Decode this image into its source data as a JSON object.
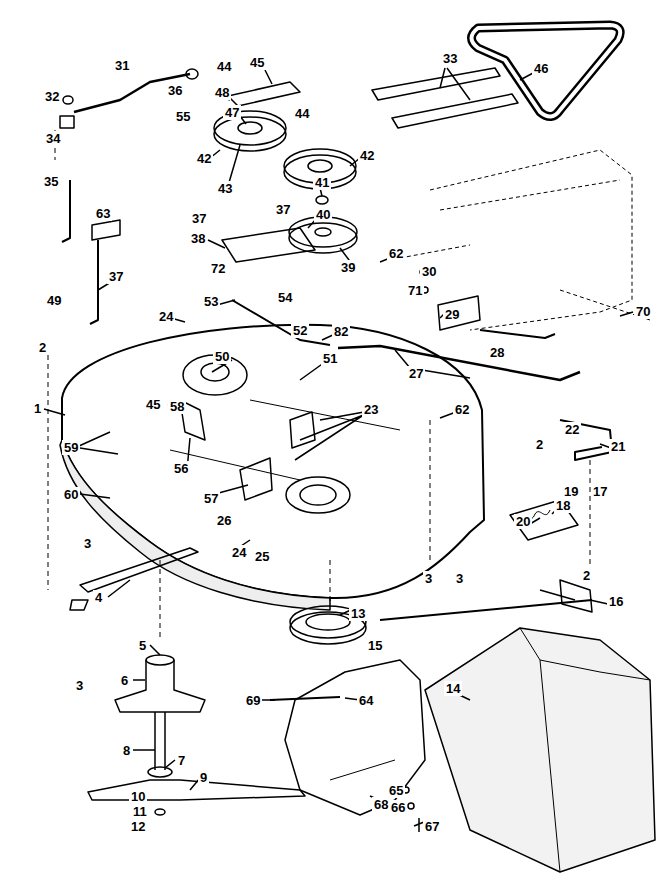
{
  "diagram": {
    "labels": [
      "46",
      "45",
      "44",
      "33",
      "31",
      "36",
      "32",
      "48",
      "47",
      "55",
      "34",
      "44",
      "42",
      "42",
      "43",
      "41",
      "37",
      "37",
      "35",
      "63",
      "40",
      "38",
      "62",
      "30",
      "71",
      "29",
      "70",
      "72",
      "39",
      "54",
      "53",
      "49",
      "37",
      "24",
      "52",
      "82",
      "28",
      "27",
      "2",
      "50",
      "51",
      "1",
      "45",
      "58",
      "23",
      "62",
      "22",
      "21",
      "59",
      "56",
      "57",
      "60",
      "2",
      "26",
      "24",
      "25",
      "20",
      "18",
      "19",
      "17",
      "3",
      "3",
      "3",
      "2",
      "16",
      "13",
      "4",
      "15",
      "5",
      "6",
      "14",
      "69",
      "64",
      "8",
      "7",
      "9",
      "65",
      "66",
      "67",
      "68",
      "3",
      "10",
      "11",
      "12"
    ]
  }
}
